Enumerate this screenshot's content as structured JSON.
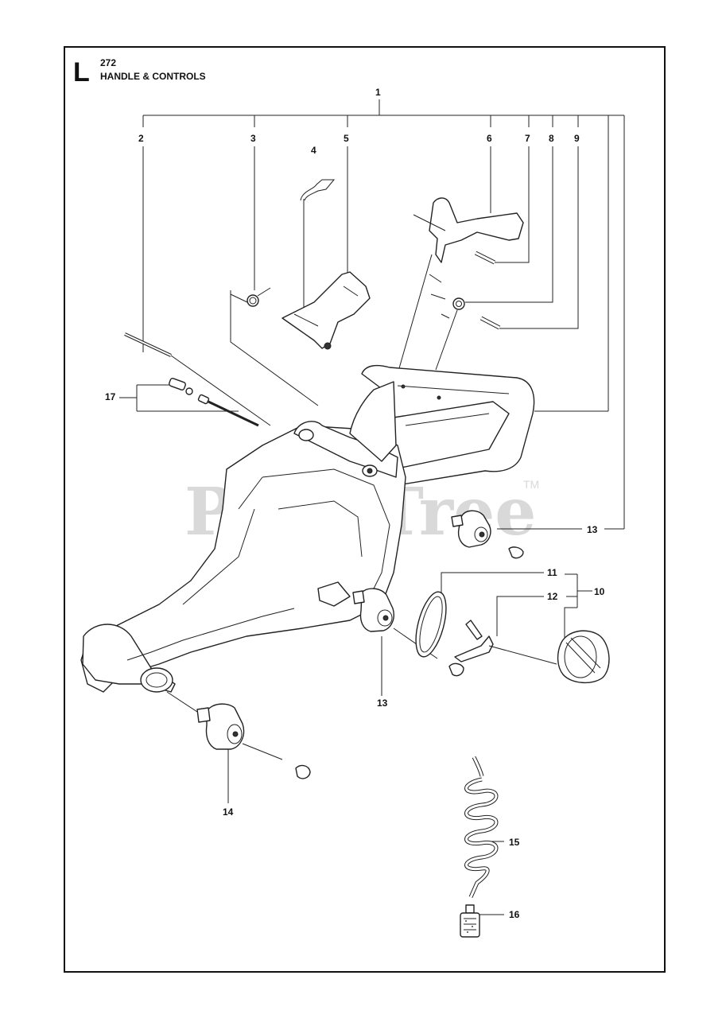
{
  "header": {
    "section_letter": "L",
    "model": "272",
    "title": "HANDLE & CONTROLS"
  },
  "watermark": {
    "text": "PartsTree",
    "trademark": "TM"
  },
  "callouts": {
    "c1": "1",
    "c2": "2",
    "c3": "3",
    "c4": "4",
    "c5": "5",
    "c6": "6",
    "c7": "7",
    "c8": "8",
    "c9": "9",
    "c10": "10",
    "c11": "11",
    "c12": "12",
    "c13a": "13",
    "c13b": "13",
    "c14": "14",
    "c15": "15",
    "c16": "16",
    "c17": "17"
  }
}
